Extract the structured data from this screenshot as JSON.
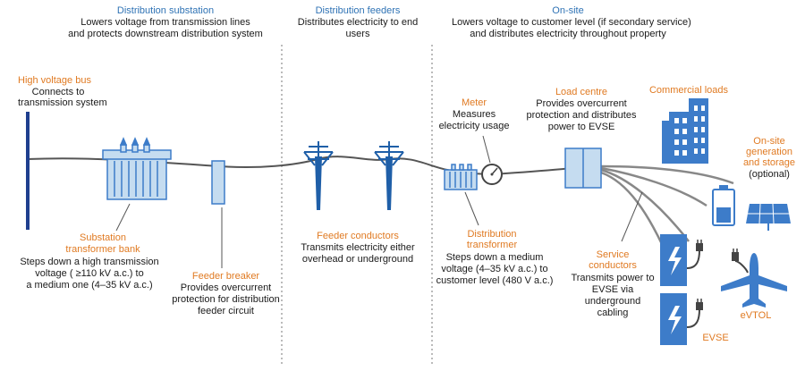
{
  "sections": [
    {
      "title": "Distribution substation",
      "desc": [
        "Lowers voltage from transmission lines",
        "and protects downstream distribution system"
      ]
    },
    {
      "title": "Distribution feeders",
      "desc": [
        "Distributes electricity to end",
        "users"
      ]
    },
    {
      "title": "On-site",
      "desc": [
        "Lowers voltage to customer level (if secondary service)",
        "and distributes electricity throughout property"
      ]
    }
  ],
  "components": {
    "hv_bus": {
      "title": "High voltage bus",
      "desc": [
        "Connects to",
        "transmission system"
      ]
    },
    "substation_transformer": {
      "title": [
        "Substation",
        "transformer bank"
      ],
      "desc": [
        "Steps down a high transmission",
        "voltage ( ≥110 kV a.c.) to",
        "a medium one (4–35 kV a.c.)"
      ]
    },
    "feeder_breaker": {
      "title": "Feeder breaker",
      "desc": [
        "Provides overcurrent",
        "protection for distribution",
        "feeder circuit"
      ]
    },
    "feeder_conductors": {
      "title": "Feeder conductors",
      "desc": [
        "Transmits electricity either",
        "overhead or underground"
      ]
    },
    "meter": {
      "title": "Meter",
      "desc": [
        "Measures",
        "electricity usage"
      ]
    },
    "distribution_transformer": {
      "title": [
        "Distribution",
        "transformer"
      ],
      "desc": [
        "Steps down a medium",
        "voltage (4–35 kV a.c.) to",
        "customer level (480 V a.c.)"
      ]
    },
    "load_centre": {
      "title": "Load centre",
      "desc": [
        "Provides overcurrent",
        "protection and distributes",
        "power to EVSE"
      ]
    },
    "service_conductors": {
      "title": [
        "Service",
        "conductors"
      ],
      "desc": [
        "Transmits power to",
        "EVSE via",
        "underground",
        "cabling"
      ]
    },
    "commercial_loads": {
      "title": "Commercial loads"
    },
    "onsite_generation": {
      "title": [
        "On-site",
        "generation",
        "and storage"
      ],
      "desc": "(optional)"
    },
    "evse": {
      "title": "EVSE"
    },
    "evtol": {
      "title": "eVTOL"
    }
  },
  "colors": {
    "blue": "#2f73b5",
    "orange": "#e07a22",
    "icon_blue": "#3d7cc9",
    "light_blue": "#c5dcf0",
    "cable": "#555555"
  }
}
